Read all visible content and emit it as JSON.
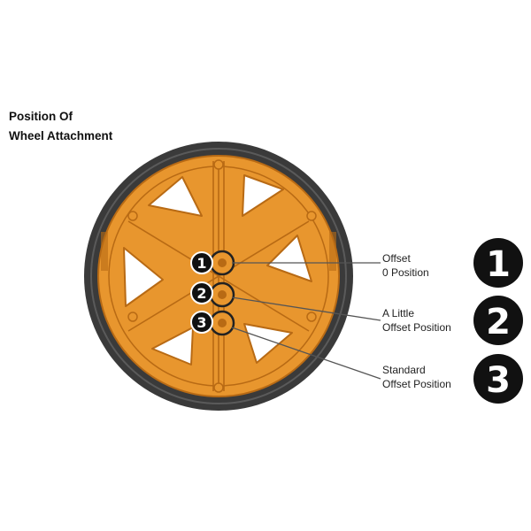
{
  "title": {
    "line1": "Position Of",
    "line2": "Wheel Attachment"
  },
  "positions": [
    {
      "number": "1",
      "label_line1": "Offset",
      "label_line2": "0 Position"
    },
    {
      "number": "2",
      "label_line1": "A Little",
      "label_line2": "Offset Position"
    },
    {
      "number": "3",
      "label_line1": "Standard",
      "label_line2": "Offset Position"
    }
  ],
  "colors": {
    "tire": "#3a3a3a",
    "rim": "#e8962e",
    "rim_dark": "#b86a14",
    "window": "#ffffff",
    "badge": "#111111",
    "leader": "#555555"
  }
}
